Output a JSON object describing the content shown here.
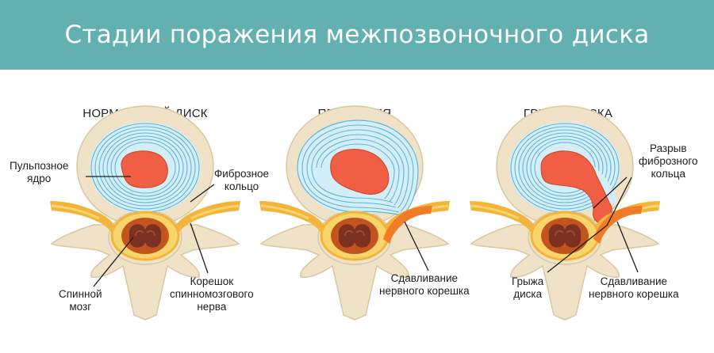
{
  "header": {
    "title": "Стадии поражения межпозвоночного диска"
  },
  "stages": [
    {
      "title": "НОРМАЛЬНЫЙ ДИСК",
      "labels": {
        "nucleus": [
          "Пульпозное",
          "ядро"
        ],
        "annulus": [
          "Фиброзное",
          "кольцо"
        ],
        "spinal_cord": [
          "Спинной",
          "мозг"
        ],
        "nerve_root": [
          "Корешок",
          "спинномозгового",
          "нерва"
        ]
      }
    },
    {
      "title": "ПРОТРУЗИЯ",
      "labels": {
        "compression": [
          "Сдавливание",
          "нервного корешка"
        ]
      }
    },
    {
      "title": "ГРЫЖА ДИСКА",
      "labels": {
        "rupture": [
          "Разрыв",
          "фиброзного",
          "кольца"
        ],
        "hernia": [
          "Грыжа",
          "диска"
        ],
        "compression": [
          "Сдавливание",
          "нервного корешка"
        ]
      }
    }
  ],
  "colors": {
    "banner": "#62b1b0",
    "bone": "#efe2c7",
    "bone_outline": "#d9c7a2",
    "annulus_fill": "#d4eef7",
    "annulus_rings": "#5fb6d3",
    "nucleus": "#f05f44",
    "nerve": "#f2b43a",
    "nerve_light": "#f7d56c",
    "cord_outer": "#c2541e",
    "cord_inner": "#7b3122",
    "compression": "#f27b27"
  }
}
